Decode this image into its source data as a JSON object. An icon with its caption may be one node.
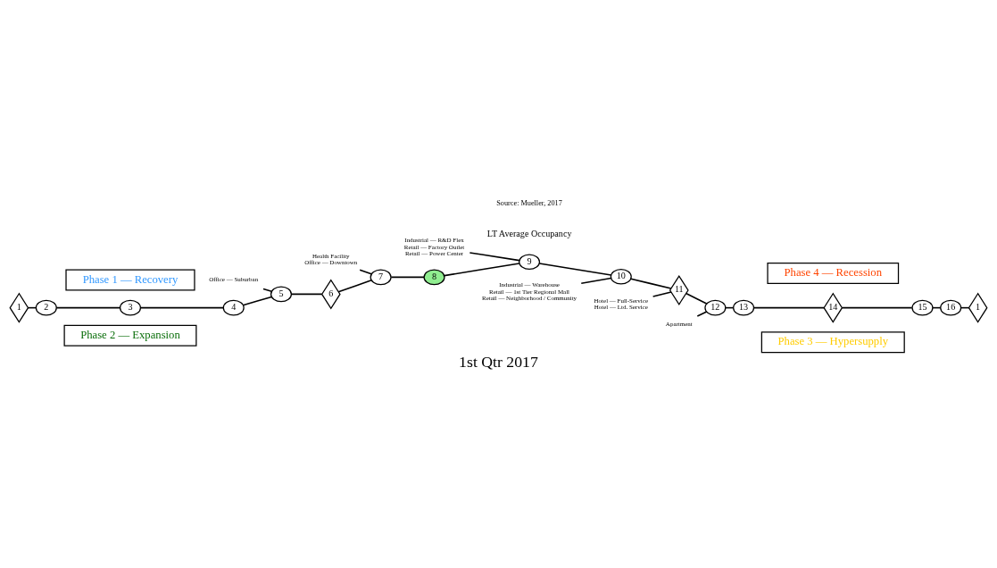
{
  "diagram": {
    "title": "1st Qtr 2017",
    "caption": "Source: Mueller, 2017",
    "nodes": [
      {
        "text": [
          "Phase 2 — Expansion"
        ]
      },
      {
        "text": [
          "Phase 3 — Hypersupply"
        ]
      },
      {
        "text": [
          "Industrial — R&D Flex",
          "Retail — Factory Outlet",
          "Retail — Power Center"
        ]
      },
      {
        "text": [
          "Industrial — Warehouse",
          "Retail — 1st Tier Regional Mall",
          "Retail — Neighborhood / Community"
        ]
      },
      {
        "text": [
          "Hotel — Full-Service",
          "Hotel — Ltd. Service"
        ]
      },
      {
        "text": [
          "Health Facility",
          "Office — Downtown"
        ]
      },
      {
        "text": [
          "Apartment"
        ]
      },
      {
        "text": [
          "Office — Suburban"
        ]
      },
      {
        "text": [
          "1"
        ]
      },
      {
        "text": [
          "2"
        ]
      },
      {
        "text": [
          "3"
        ]
      },
      {
        "text": [
          "4"
        ]
      },
      {
        "text": [
          "5"
        ]
      },
      {
        "text": [
          "6"
        ]
      },
      {
        "text": [
          "7"
        ]
      },
      {
        "text": [
          "8"
        ]
      },
      {
        "text": [
          "9"
        ]
      },
      {
        "text": [
          "10"
        ]
      },
      {
        "text": [
          "11"
        ]
      },
      {
        "text": [
          "12"
        ]
      },
      {
        "text": [
          "13"
        ]
      },
      {
        "text": [
          "14"
        ]
      },
      {
        "text": [
          "15"
        ]
      },
      {
        "text": [
          "16"
        ]
      },
      {
        "text": [
          "1"
        ]
      },
      {
        "text": [
          "Phase 1 — Recovery"
        ]
      },
      {
        "text": [
          "Phase 4 — Recession"
        ]
      }
    ],
    "edges": [
      {
        "from": 8,
        "to": 9,
        "arrow": "none"
      },
      {
        "from": 9,
        "to": 10,
        "arrow": "none"
      },
      {
        "from": 10,
        "to": 11,
        "arrow": "none"
      },
      {
        "from": 11,
        "to": 12,
        "arrow": "none"
      },
      {
        "from": 12,
        "to": 13,
        "arrow": "none"
      },
      {
        "from": 13,
        "to": 14,
        "arrow": "none"
      },
      {
        "from": 14,
        "to": 15,
        "arrow": "none"
      },
      {
        "from": 15,
        "to": 16,
        "arrow": "none"
      },
      {
        "from": 16,
        "to": 17,
        "arrow": "none"
      },
      {
        "from": 17,
        "to": 18,
        "arrow": "none"
      },
      {
        "from": 18,
        "to": 19,
        "arrow": "none"
      },
      {
        "from": 19,
        "to": 20,
        "arrow": "none"
      },
      {
        "from": 20,
        "to": 21,
        "arrow": "none"
      },
      {
        "from": 21,
        "to": 22,
        "arrow": "none"
      },
      {
        "from": 22,
        "to": 23,
        "arrow": "none"
      },
      {
        "from": 23,
        "to": 24,
        "arrow": "none"
      },
      {
        "from": 7,
        "to": 12,
        "arrow": "none"
      },
      {
        "from": 5,
        "to": 14,
        "arrow": "none"
      },
      {
        "from": 2,
        "to": 16,
        "arrow": "none"
      },
      {
        "from": 3,
        "to": 17,
        "arrow": "none"
      },
      {
        "from": 4,
        "to": 18,
        "arrow": "none"
      },
      {
        "from": 6,
        "to": 19,
        "arrow": "none"
      }
    ],
    "labels": [
      "LT Average Occupancy"
    ]
  }
}
